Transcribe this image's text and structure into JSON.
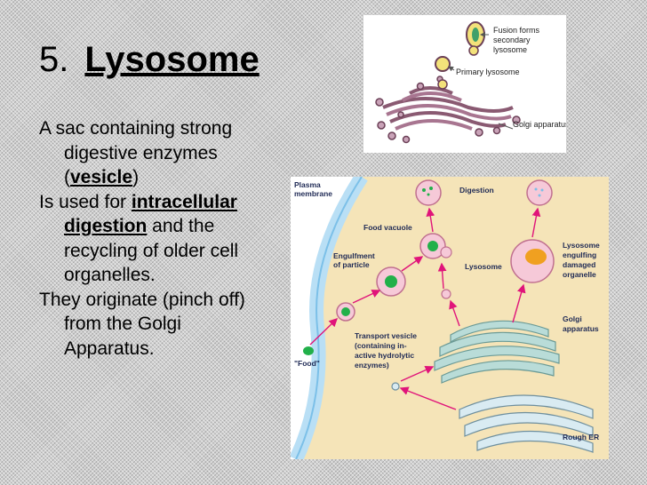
{
  "slide": {
    "number": "5.",
    "title": "Lysosome",
    "paragraphs": {
      "p1": {
        "pre": "A sac containing strong digestive enzymes (",
        "kw": "vesicle",
        "post": ")"
      },
      "p2": {
        "pre": "Is used for ",
        "kw": "intracellular digestion",
        "post": " and the recycling of older cell organelles."
      },
      "p3": {
        "text": "They originate (pinch off) from the Golgi Apparatus."
      }
    }
  },
  "golgi_figure": {
    "labels": {
      "fusion": [
        "Fusion forms",
        "secondary",
        "lysosome"
      ],
      "primary": "Primary lysosome",
      "golgi": "Golgi apparatus"
    }
  },
  "cell_figure": {
    "labels": {
      "plasma": [
        "Plasma",
        "membrane"
      ],
      "digestion": "Digestion",
      "food_vacuole": "Food vacuole",
      "engulfment": [
        "Engulfment",
        "of particle"
      ],
      "lysosome": "Lysosome",
      "lysosome_engulfing": [
        "Lysosome",
        "engulfing",
        "damaged",
        "organelle"
      ],
      "golgi": [
        "Golgi",
        "apparatus"
      ],
      "transport": [
        "Transport vesicle",
        "(containing in-",
        "active hydrolytic",
        "enzymes)"
      ],
      "food": "\"Food\"",
      "rough_er": "Rough ER"
    }
  },
  "colors": {
    "cytoplasm": "#f5e4b8",
    "membrane": "#b9dff5",
    "lysosome": "#f6c9d8",
    "golgi": "#b9dcd8",
    "arrow": "#e0147a",
    "food": "#22b04a"
  }
}
